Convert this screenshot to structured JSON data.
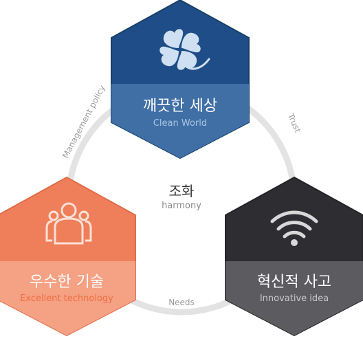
{
  "center": {
    "title": "조화",
    "subtitle": "harmony"
  },
  "ring_labels": {
    "top_left": "Management policy",
    "top_right": "Trust",
    "bottom": "Needs"
  },
  "nodes": [
    {
      "title": "깨끗한 세상",
      "subtitle": "Clean World",
      "icon": "clover-icon",
      "color": "#1f4d87",
      "band_color": "#3f6fa5",
      "subtitle_color": "#aac4e3"
    },
    {
      "title": "우수한 기술",
      "subtitle": "Excellent technology",
      "icon": "people-icon",
      "color": "#ee7f5a",
      "band_color": "#f4a184",
      "subtitle_color": "#f16d3f"
    },
    {
      "title": "혁신적 사고",
      "subtitle": "Innovative idea",
      "icon": "wifi-icon",
      "color": "#2e2e32",
      "band_color": "#5c5c60",
      "subtitle_color": "#c9c9c9"
    }
  ],
  "colors": {
    "ring": "#e3e3e3"
  }
}
